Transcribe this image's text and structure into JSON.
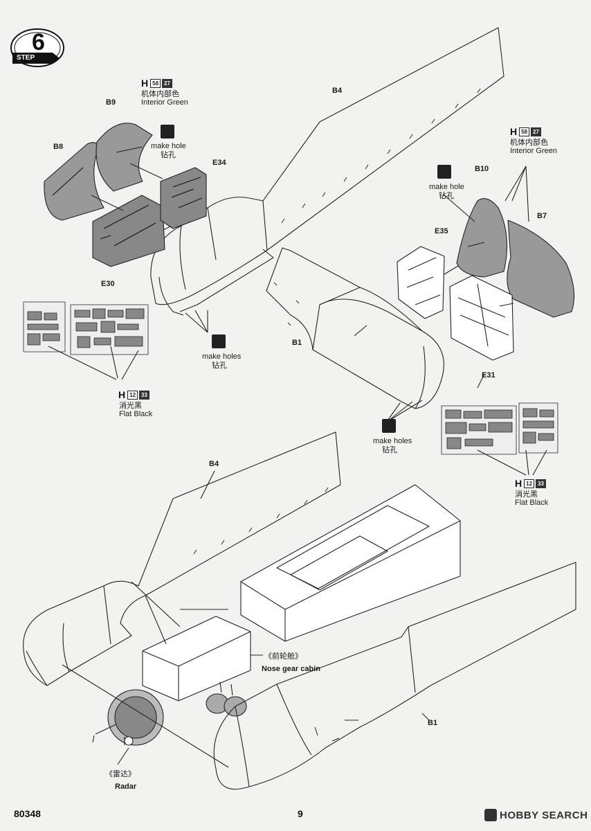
{
  "step": {
    "label": "STEP",
    "number": "6"
  },
  "paint_codes": {
    "interior_green": {
      "letter": "H",
      "code1": "58",
      "code2": "27",
      "name_cn": "机体内部色",
      "name_en": "Interior Green"
    },
    "flat_black": {
      "letter": "H",
      "code1": "12",
      "code2": "33",
      "name_cn": "消光黑",
      "name_en": "Flat Black"
    }
  },
  "instructions": {
    "make_hole_en": "make hole",
    "make_holes_en": "make holes",
    "drill_cn": "钻孔"
  },
  "parts": {
    "b9": "B9",
    "b8": "B8",
    "e34": "E34",
    "e30": "E30",
    "b4_top": "B4",
    "b1_top": "B1",
    "b10": "B10",
    "b7": "B7",
    "e35": "E35",
    "e31": "E31",
    "b4_bottom": "B4",
    "b1_bottom": "B1"
  },
  "callouts": {
    "nose_gear_cn": "《前轮舱》",
    "nose_gear_en": "Nose gear cabin",
    "radar_cn": "《雷达》",
    "radar_en": "Radar"
  },
  "footer": {
    "kit_number": "80348",
    "page_number": "9",
    "watermark": "HOBBY SEARCH"
  }
}
